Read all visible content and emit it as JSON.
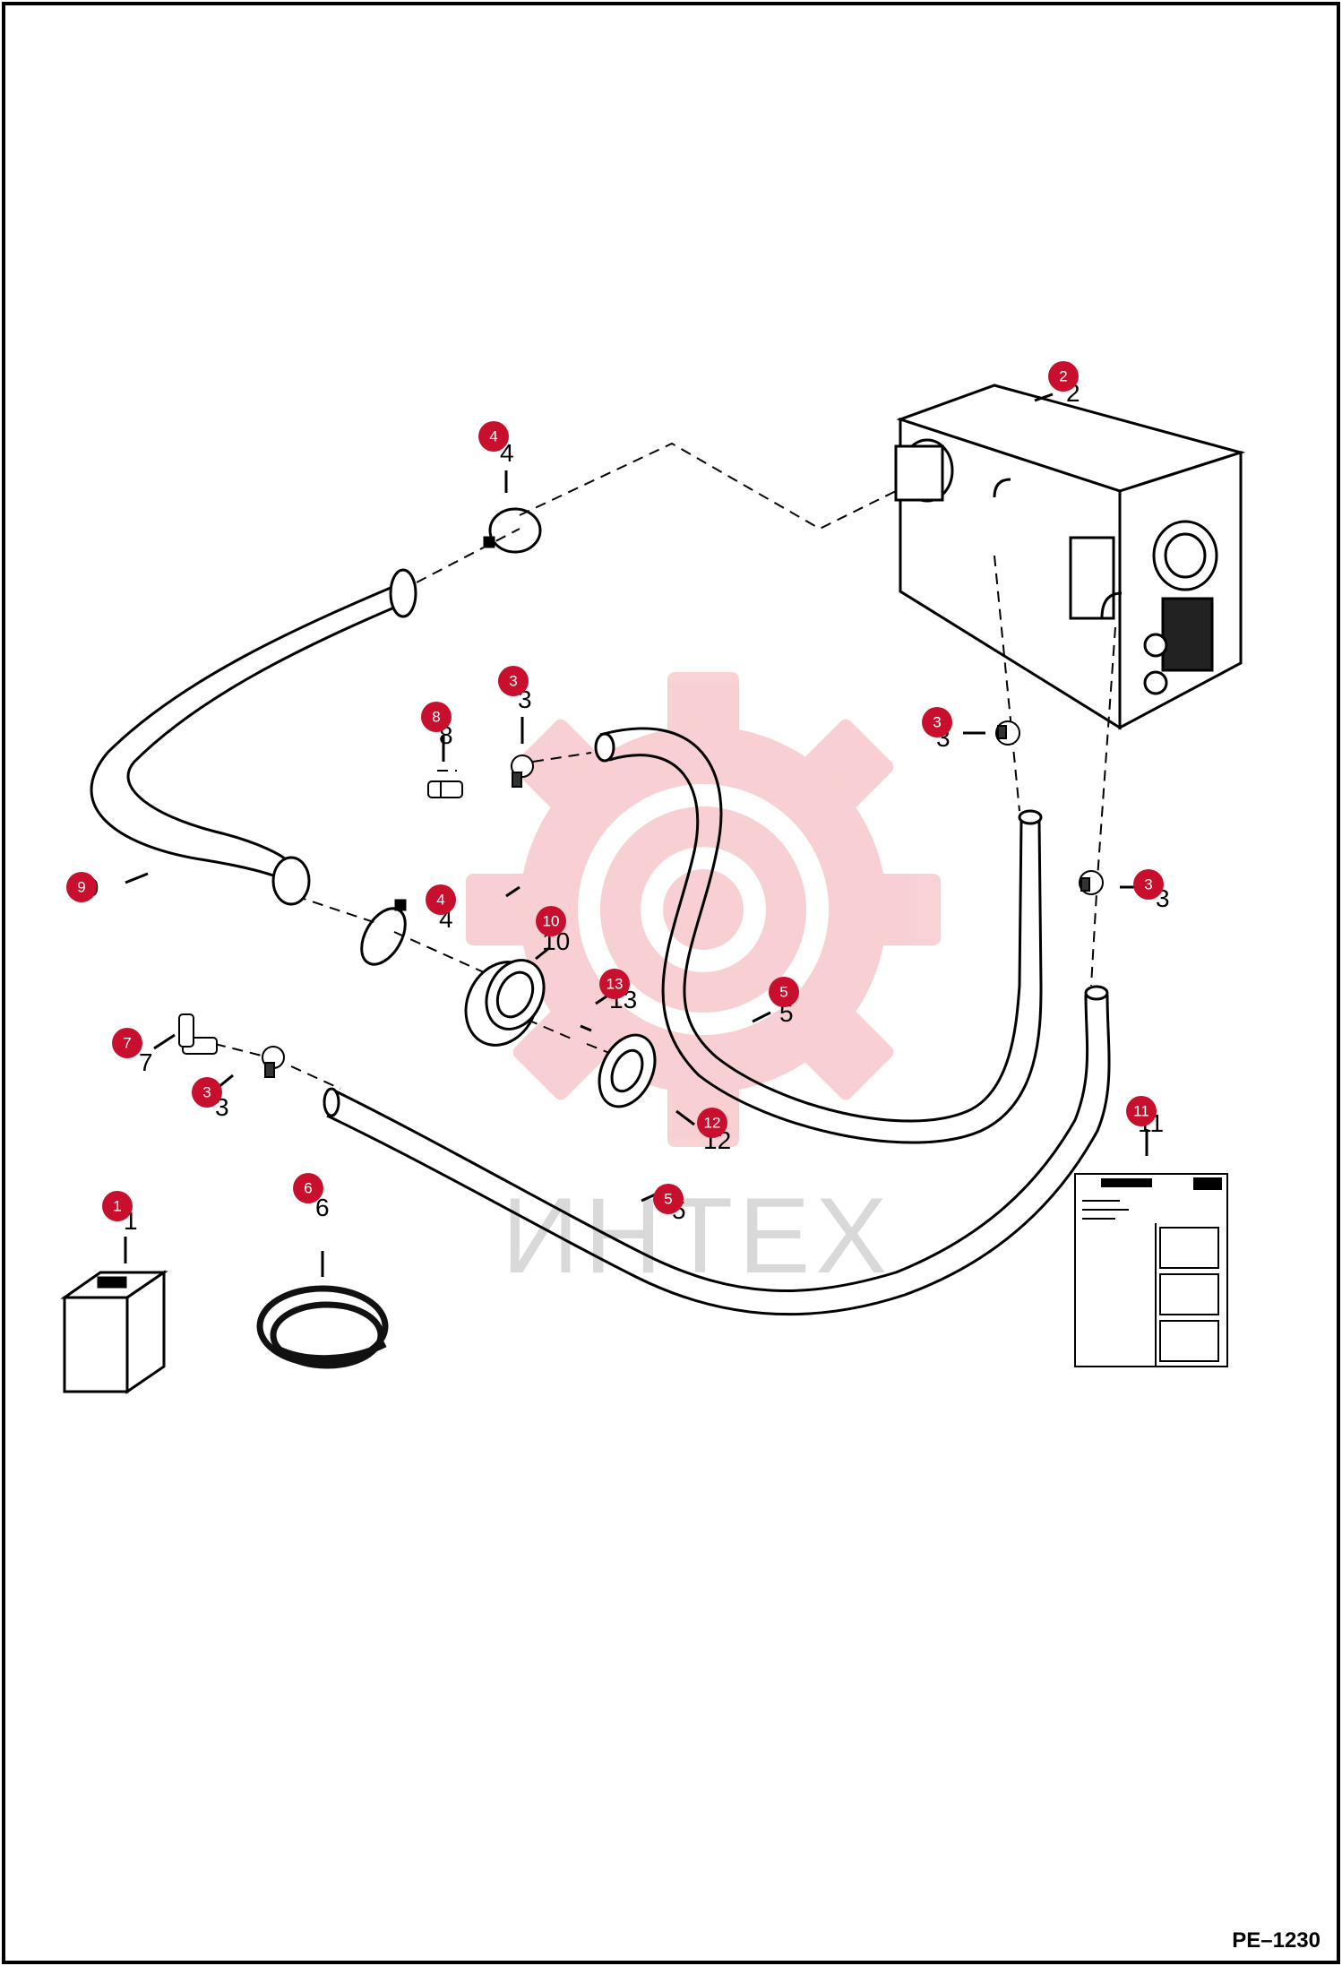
{
  "diagram": {
    "figure_id": "PE–1230",
    "watermark": "ИНТЕХ",
    "callouts": [
      {
        "num": "1"
      },
      {
        "num": "2"
      },
      {
        "num": "3"
      },
      {
        "num": "4"
      },
      {
        "num": "5"
      },
      {
        "num": "6"
      },
      {
        "num": "7"
      },
      {
        "num": "8"
      },
      {
        "num": "9"
      },
      {
        "num": "10"
      },
      {
        "num": "11"
      },
      {
        "num": "12"
      },
      {
        "num": "13"
      }
    ]
  }
}
